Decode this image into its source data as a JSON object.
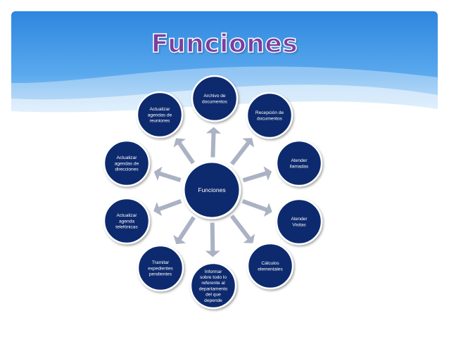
{
  "title": "Funciones",
  "colors": {
    "node_fill": "#0d2a6e",
    "node_stroke": "#ffffff",
    "arrow": "#aab2c4",
    "title": "#7b3fa0",
    "header_sky": "#3b97e6"
  },
  "center": {
    "label": "Funciones"
  },
  "nodes": [
    {
      "id": "archivo",
      "lines": [
        "Archivo de",
        "documentos"
      ]
    },
    {
      "id": "recepcion",
      "lines": [
        "Recepción de",
        "documentos"
      ]
    },
    {
      "id": "atender-llamadas",
      "lines": [
        "Atender",
        "llamadas"
      ]
    },
    {
      "id": "atender-visitas",
      "lines": [
        "Atender",
        "Visitas"
      ]
    },
    {
      "id": "calculos",
      "lines": [
        "Cálculos",
        "elementales"
      ]
    },
    {
      "id": "informar",
      "lines": [
        "Informar",
        "sobre todo lo",
        "referente al",
        "departamento",
        "del que",
        "depende"
      ]
    },
    {
      "id": "tramitar",
      "lines": [
        "Tramitar",
        "expedientes",
        "pendientes"
      ]
    },
    {
      "id": "agenda-telefonicas",
      "lines": [
        "Actualizar",
        "agenda",
        "telefónicas"
      ]
    },
    {
      "id": "agendas-direcciones",
      "lines": [
        "Actualizar",
        "agendas de",
        "direcciones"
      ]
    },
    {
      "id": "agendas-reuniones",
      "lines": [
        "Actualizar",
        "agendas de",
        "reuniones"
      ]
    }
  ]
}
